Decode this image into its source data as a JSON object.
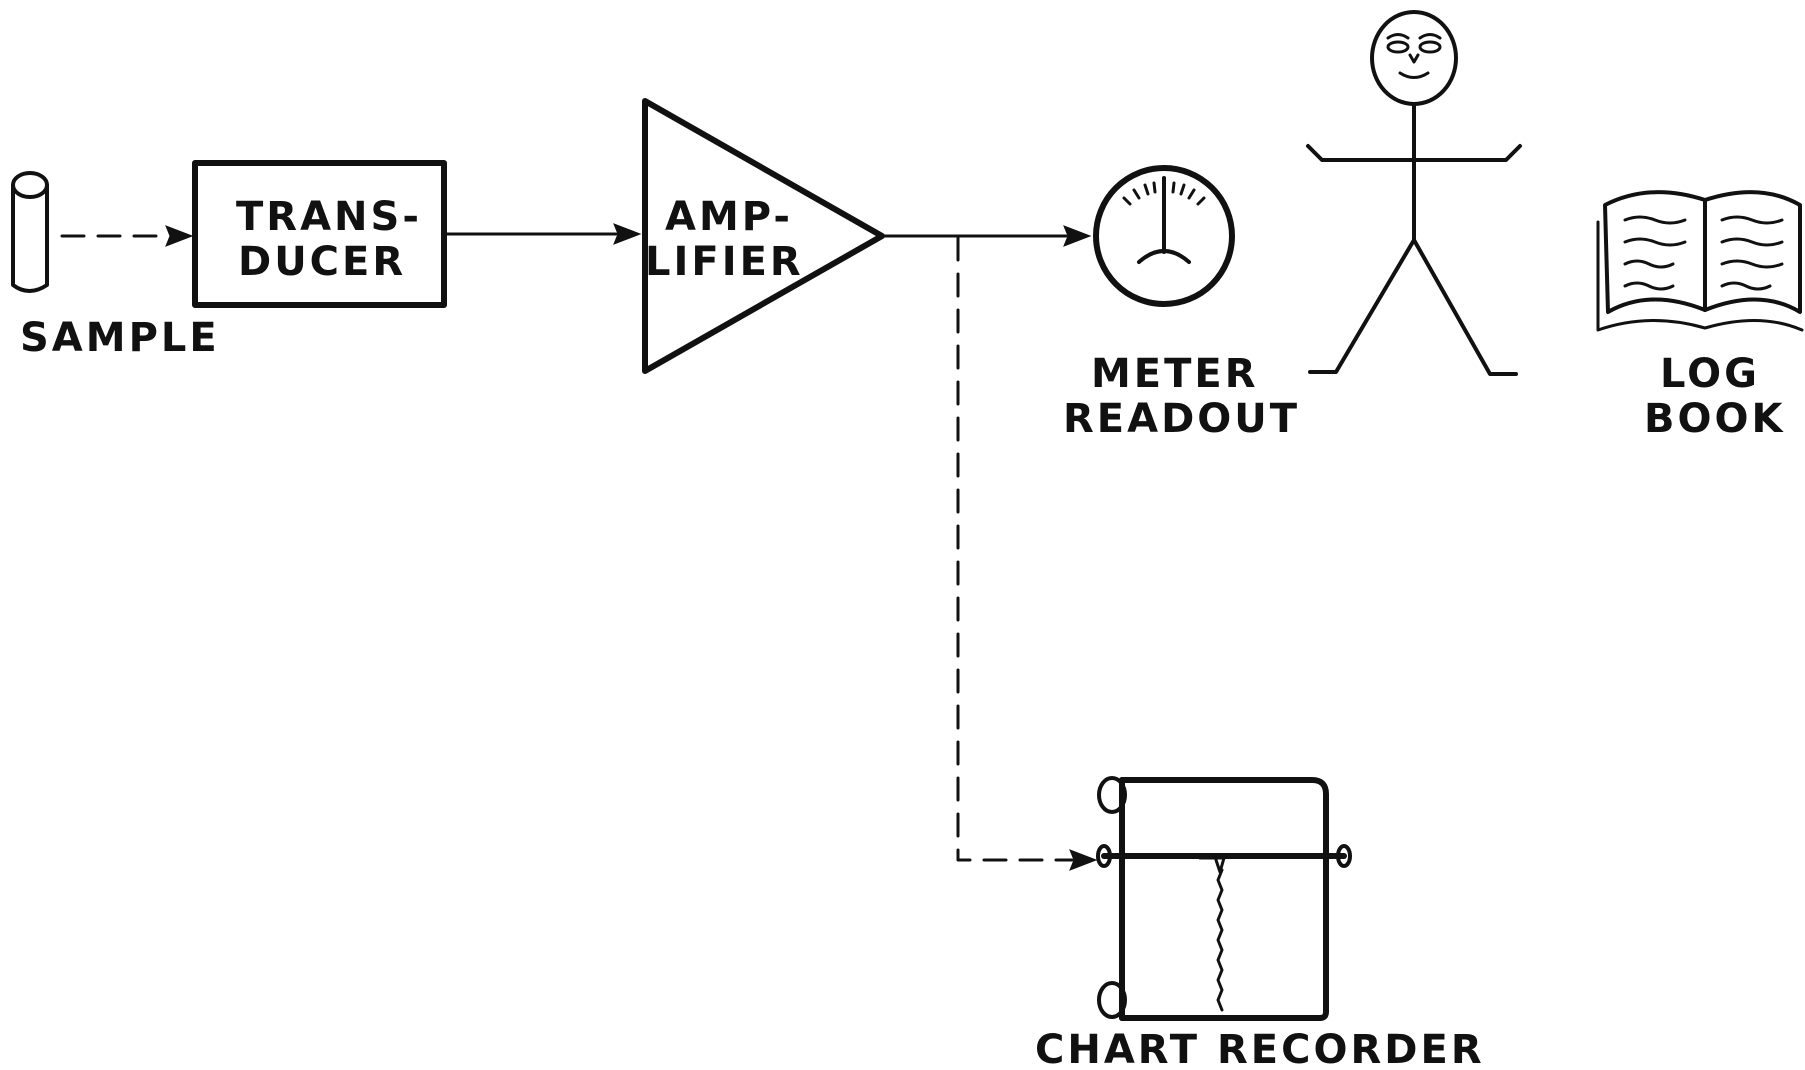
{
  "diagram": {
    "sample_label": "SAMPLE",
    "transducer_label_line1": "TRANS-",
    "transducer_label_line2": "DUCER",
    "amplifier_label_line1": "AMP-",
    "amplifier_label_line2": "LIFIER",
    "meter_label_line1": "METER",
    "meter_label_line2": "READOUT",
    "logbook_label_line1": "LOG",
    "logbook_label_line2": "BOOK",
    "chart_recorder_label": "CHART RECORDER"
  }
}
